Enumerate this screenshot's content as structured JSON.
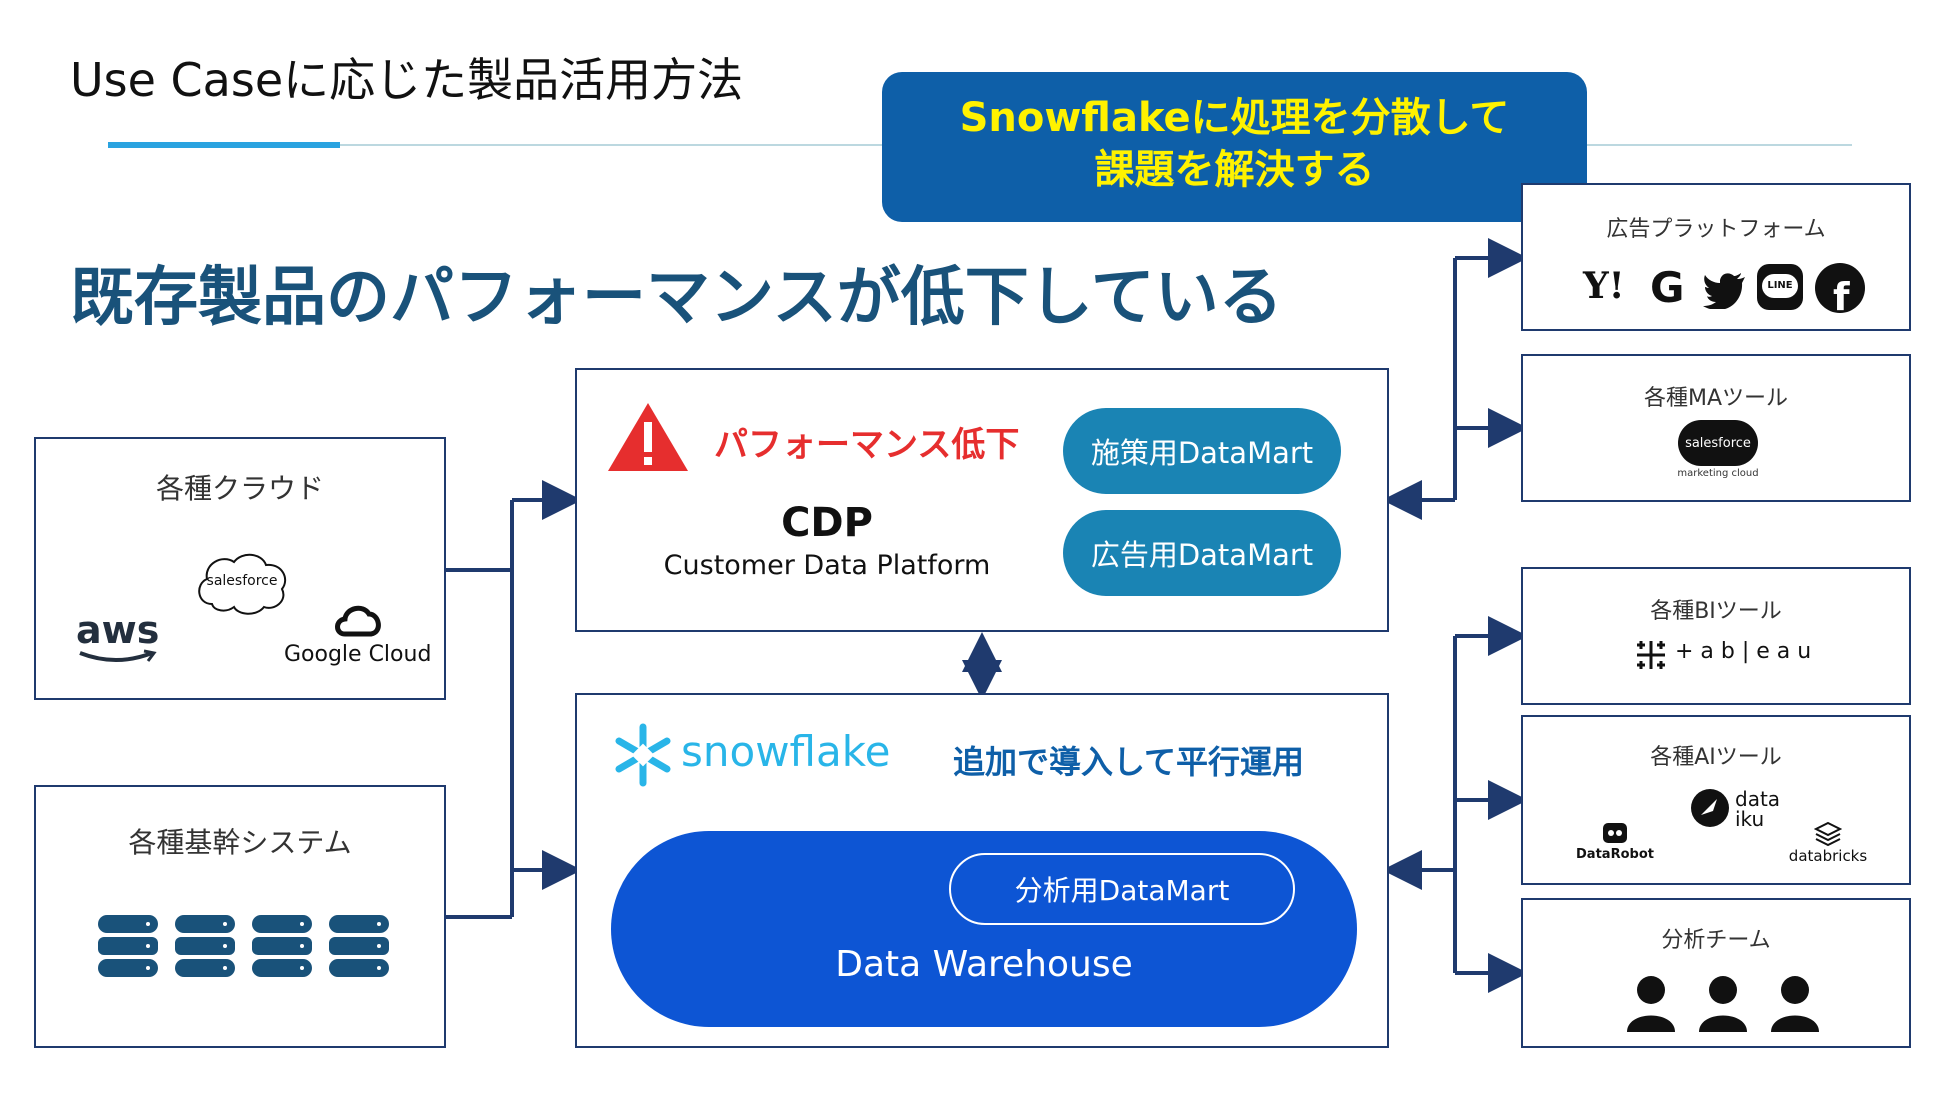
{
  "slide": {
    "title": "Use Caseに応じた製品活用方法",
    "callout": {
      "line1": "Snowflakeに処理を分散して",
      "line2": "課題を解決する"
    },
    "headline": "既存製品のパフォーマンスが低下している"
  },
  "left": {
    "cloud": {
      "title": "各種クラウド",
      "logos": [
        "aws",
        "salesforce",
        "Google Cloud"
      ]
    },
    "core": {
      "title": "各種基幹システム"
    }
  },
  "center": {
    "cdp": {
      "warning": "パフォーマンス低下",
      "title": "CDP",
      "subtitle": "Customer Data Platform",
      "mart1": "施策用DataMart",
      "mart2": "広告用DataMart"
    },
    "snowflake": {
      "logo": "snowflake",
      "note": "追加で導入して平行運用",
      "dw": "Data Warehouse",
      "mart": "分析用DataMart"
    }
  },
  "right": {
    "ads": {
      "title": "広告プラットフォーム",
      "logos": [
        "Y!",
        "G"
      ]
    },
    "ma": {
      "title": "各種MAツール",
      "logo": "salesforce",
      "logo_sub": "marketing cloud"
    },
    "bi": {
      "title": "各種BIツール",
      "logo": "+ a b | e a u"
    },
    "ai": {
      "title": "各種AIツール",
      "logos": [
        "data iku",
        "DataRobot",
        "databricks"
      ],
      "dataiku_1": "data",
      "dataiku_2": "iku"
    },
    "team": {
      "title": "分析チーム"
    }
  },
  "colors": {
    "navy": "#1f3a6e",
    "teal": "#1a84b4",
    "blue": "#0d55d4",
    "yellow": "#fff200",
    "red": "#e62e2e",
    "headline": "#19527a"
  }
}
